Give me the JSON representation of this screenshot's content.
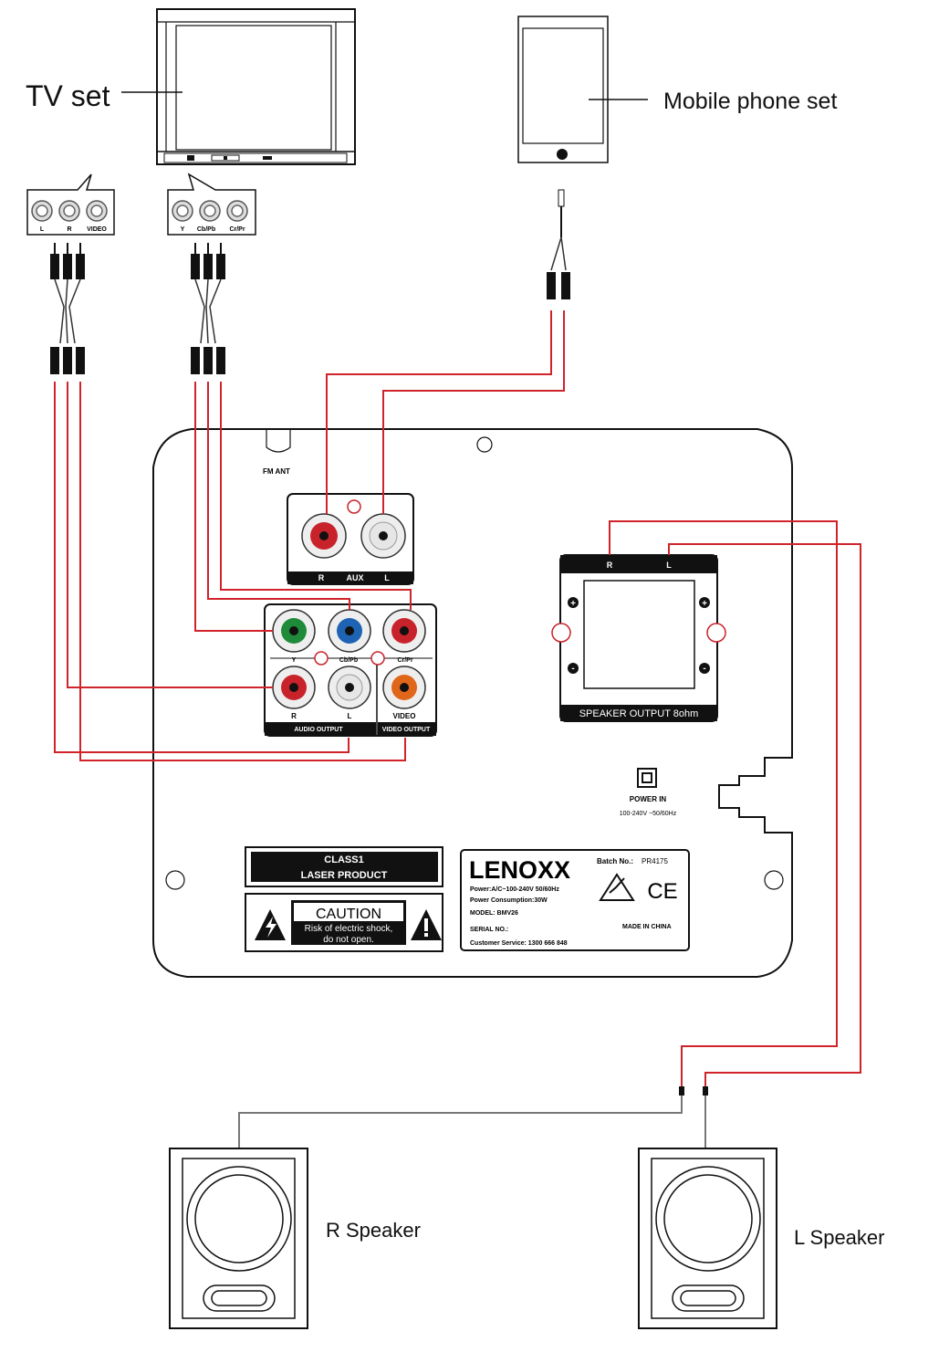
{
  "labels": {
    "tv": "TV set",
    "mobile": "Mobile phone set",
    "r_speaker": "R Speaker",
    "l_speaker": "L Speaker"
  },
  "tv_jacks_audio": {
    "l": "L",
    "r": "R",
    "video": "VIDEO"
  },
  "tv_jacks_component": {
    "y": "Y",
    "cb": "Cb/Pb",
    "cr": "Cr/Pr"
  },
  "panel": {
    "fm_ant": "FM ANT",
    "aux": {
      "r": "R",
      "title": "AUX",
      "l": "L"
    },
    "component": {
      "y": "Y",
      "cb": "Cb/Pb",
      "cr": "Cr/Pr"
    },
    "audio_out": {
      "r": "R",
      "l": "L",
      "title": "AUDIO OUTPUT"
    },
    "video_out": {
      "label": "VIDEO",
      "title": "VIDEO OUTPUT"
    },
    "speaker": {
      "r": "R",
      "l": "L",
      "title": "SPEAKER OUTPUT 8ohm"
    },
    "power": {
      "title": "POWER IN",
      "spec": "100-240V ~50/60Hz"
    },
    "laser": {
      "line1": "CLASS1",
      "line2": "LASER PRODUCT"
    },
    "caution": {
      "title": "CAUTION",
      "line1": "Risk of electric shock,",
      "line2": "do not open."
    },
    "rating": {
      "brand": "LENOXX",
      "batch_label": "Batch No.:",
      "batch_value": "PR4175",
      "power": "Power:A/C~100-240V 50/60Hz",
      "consumption": "Power Consumption:30W",
      "model": "MODEL: BMV26",
      "serial": "SERIAL NO.:",
      "made_in": "MADE IN CHINA",
      "service": "Customer Service: 1300 666 848",
      "ce_mark": "CE"
    }
  },
  "colors": {
    "wire": "#d0232a",
    "line": "#111111",
    "jack_green": "#1f8a3a",
    "jack_blue": "#1f63b4",
    "jack_red": "#c8232b",
    "jack_orange": "#e0661a"
  }
}
